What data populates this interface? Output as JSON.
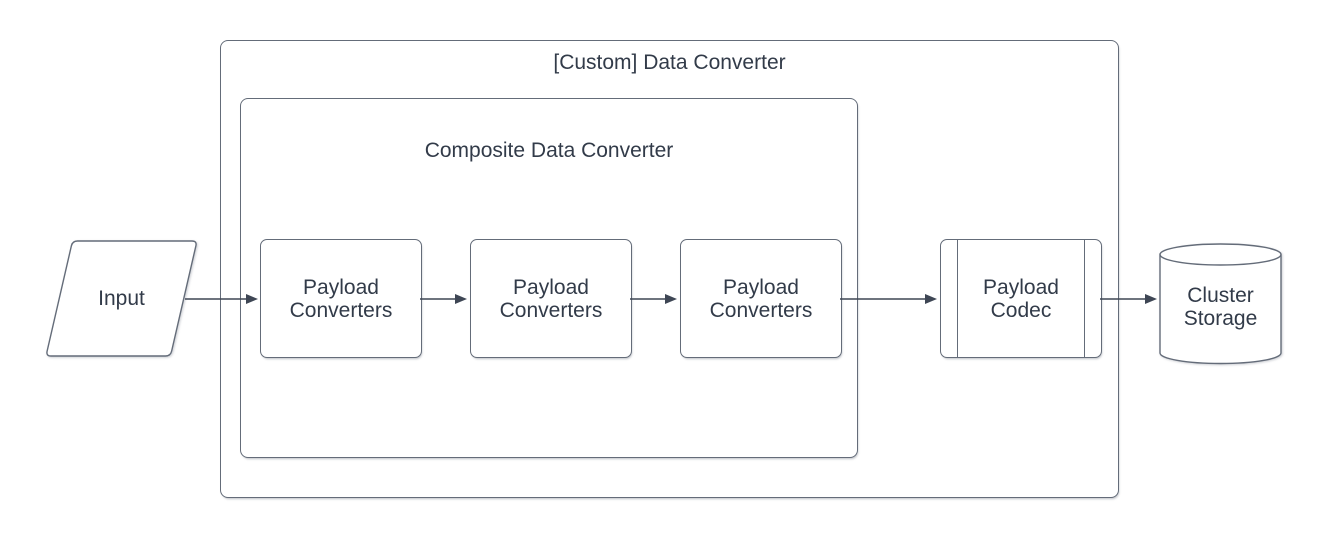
{
  "diagram": {
    "colors": {
      "background": "#ffffff",
      "shape_stroke": "#646c79",
      "connector_stroke": "#3e4654",
      "text": "#323b49"
    },
    "groups": {
      "custom": {
        "label": "[Custom] Data Converter"
      },
      "composite": {
        "label": "Composite Data Converter"
      }
    },
    "nodes": {
      "input": {
        "label": "Input",
        "shape": "parallelogram"
      },
      "payload_converters": [
        {
          "label": "Payload Converters",
          "shape": "rounded-rectangle"
        },
        {
          "label": "Payload Converters",
          "shape": "rounded-rectangle"
        },
        {
          "label": "Payload Converters",
          "shape": "rounded-rectangle"
        }
      ],
      "payload_codec": {
        "label": "Payload Codec",
        "shape": "subroutine"
      },
      "cluster_storage": {
        "label": "Cluster Storage",
        "shape": "cylinder"
      }
    },
    "connectors": [
      {
        "from": "input",
        "to": "payload-converters-1",
        "arrow": "end"
      },
      {
        "from": "payload-converters-1",
        "to": "payload-converters-2",
        "arrow": "end"
      },
      {
        "from": "payload-converters-2",
        "to": "payload-converters-3",
        "arrow": "end"
      },
      {
        "from": "payload-converters-3",
        "to": "payload-codec",
        "arrow": "end"
      },
      {
        "from": "payload-codec",
        "to": "cluster-storage",
        "arrow": "end"
      }
    ]
  }
}
